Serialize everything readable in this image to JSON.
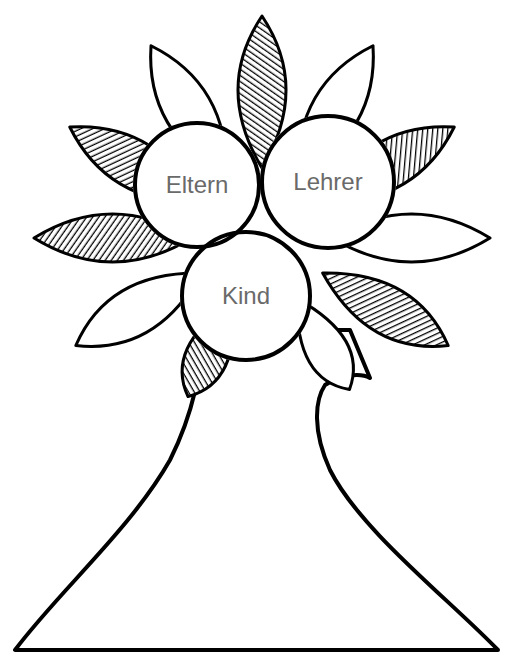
{
  "diagram": {
    "nodes": [
      {
        "text": [
          "Eltern"
        ]
      },
      {
        "text": [
          "Lehrer"
        ]
      },
      {
        "text": [
          "Kind"
        ]
      }
    ]
  }
}
